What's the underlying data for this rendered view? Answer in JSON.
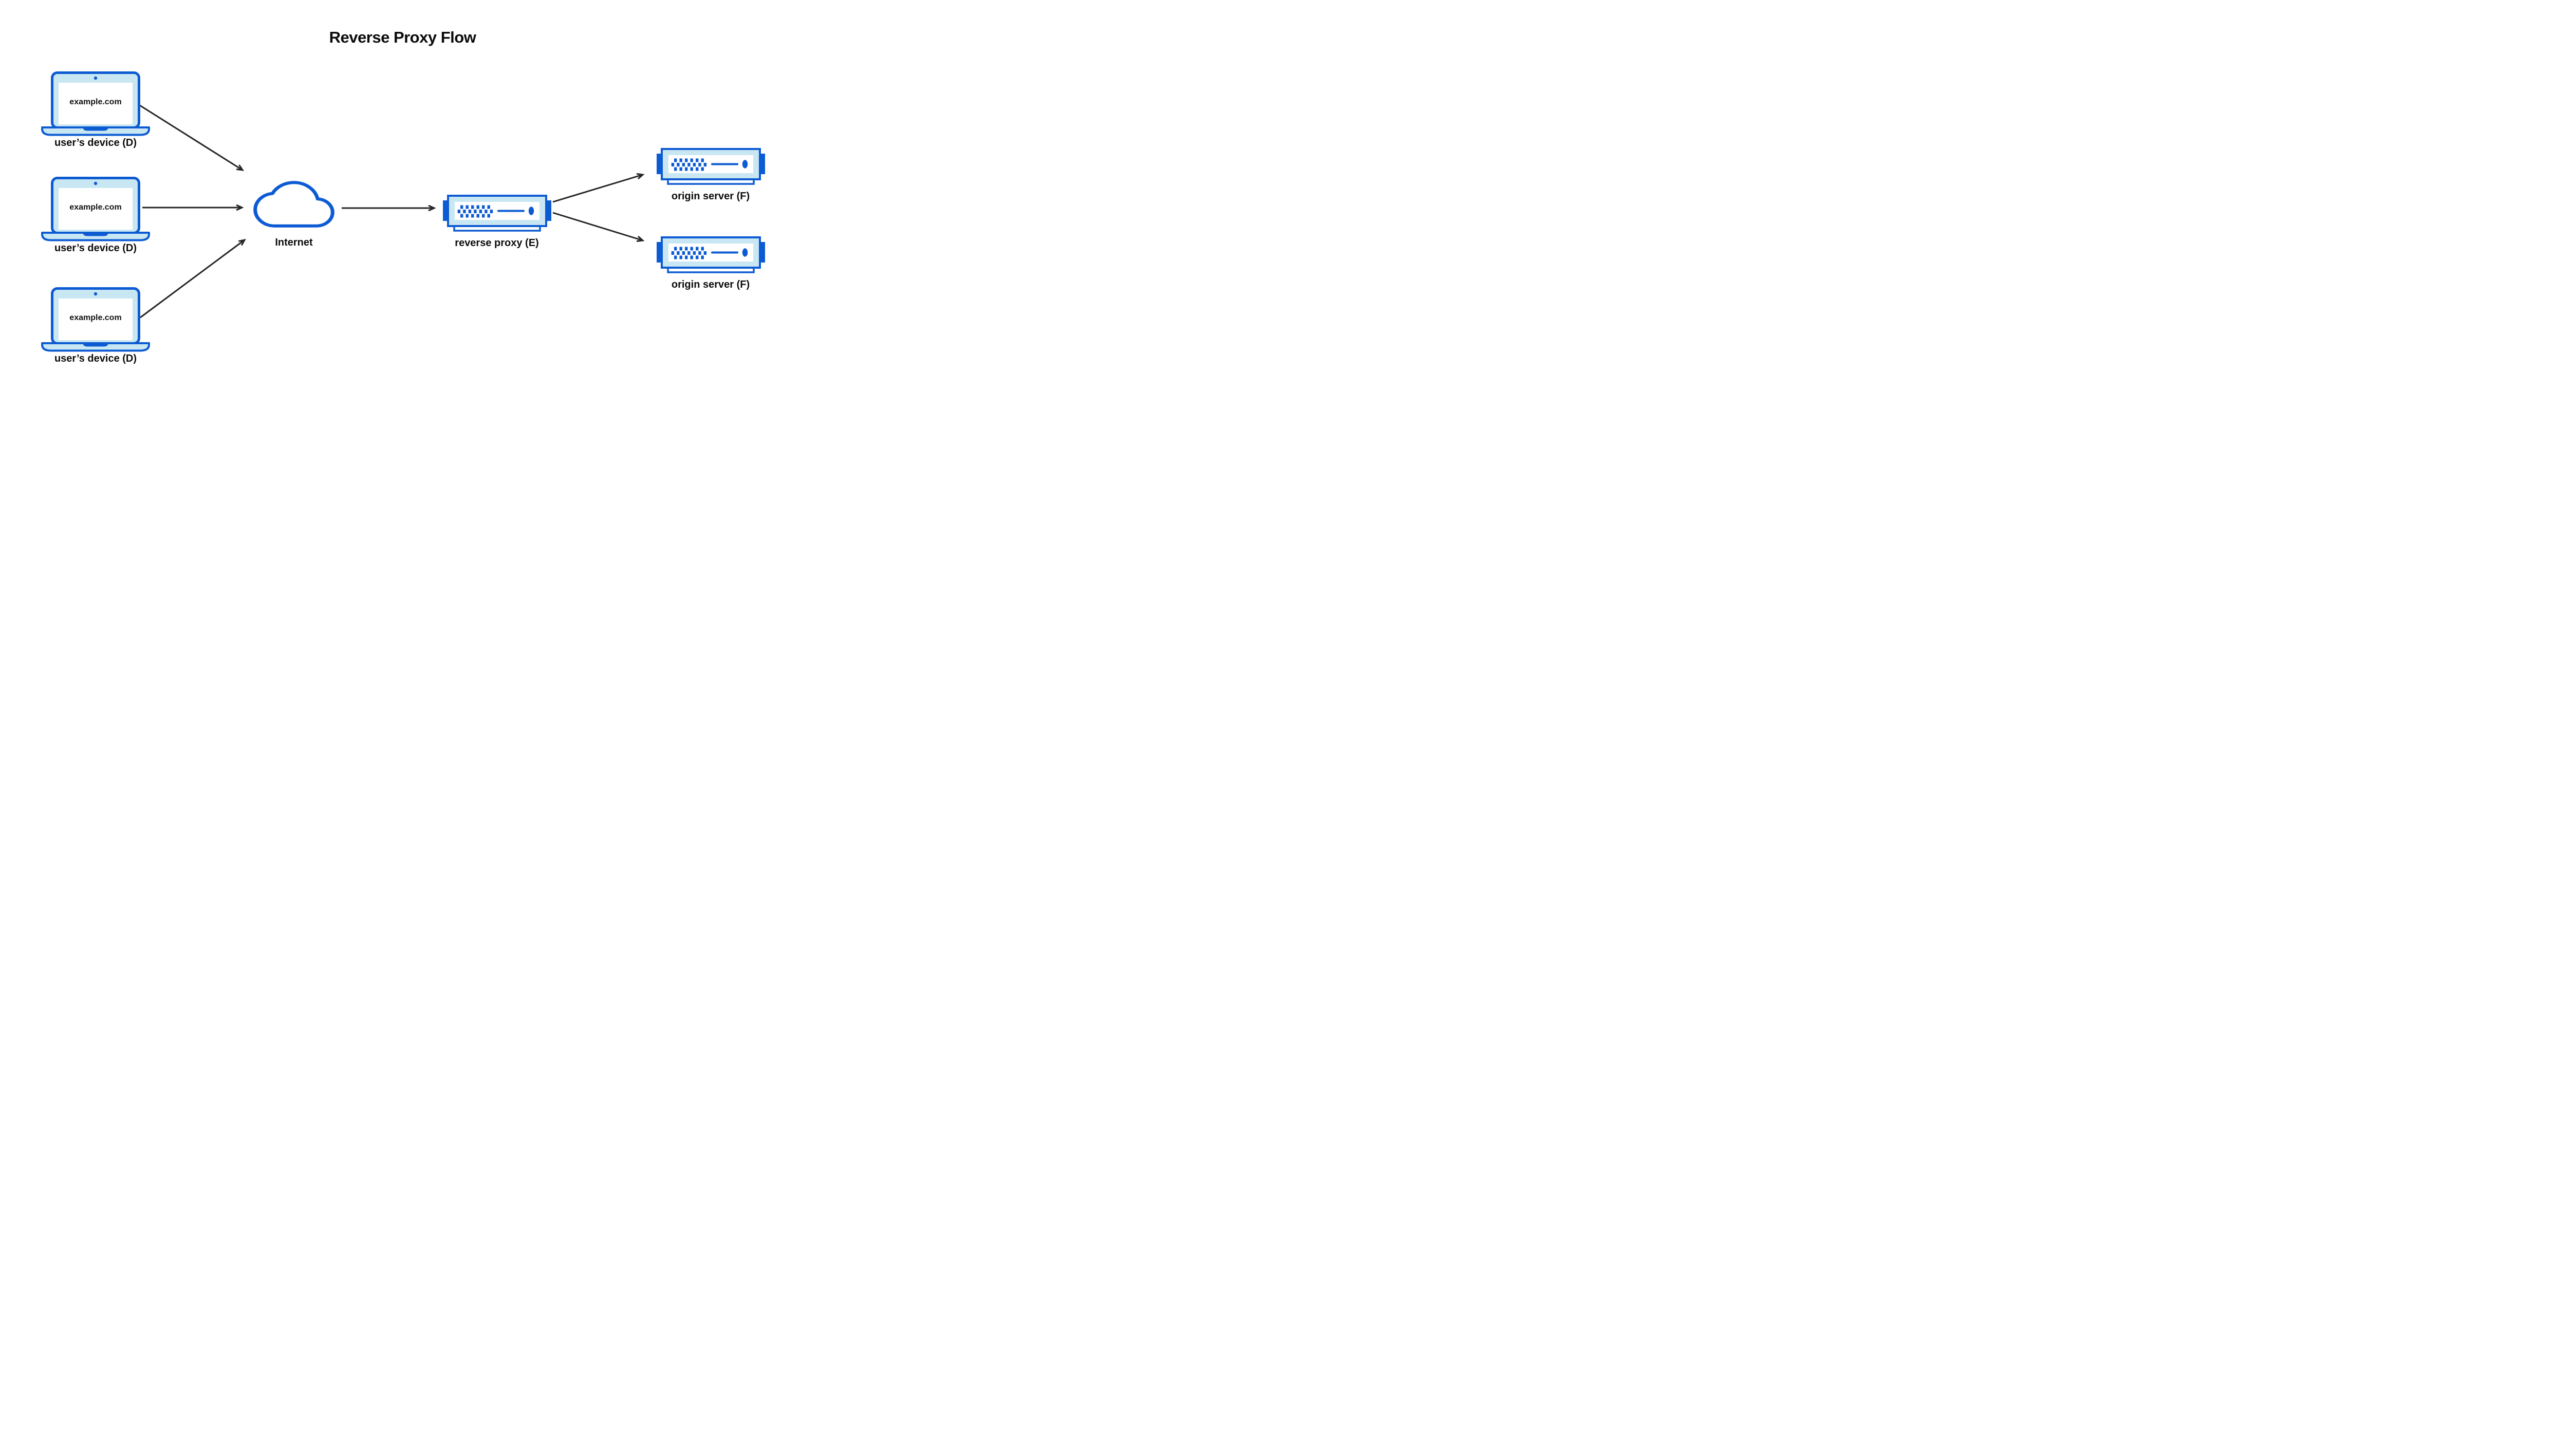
{
  "title": "Reverse Proxy Flow",
  "colors": {
    "accent-blue": "#0d5bd3",
    "light-blue": "#c9e7f3",
    "arrow-color": "#262626",
    "text-color": "#0a0a0a",
    "bg": "#ffffff"
  },
  "icons": {
    "device": "laptop-icon",
    "internet": "cloud-icon",
    "server": "rack-server-icon",
    "arrow": "open-v-arrowhead"
  },
  "nodes": {
    "devices": [
      {
        "screen_text": "example.com",
        "label": "user’s device (D)"
      },
      {
        "screen_text": "example.com",
        "label": "user’s device (D)"
      },
      {
        "screen_text": "example.com",
        "label": "user’s device (D)"
      }
    ],
    "internet": {
      "label": "Internet"
    },
    "proxy": {
      "label": "reverse proxy (E)"
    },
    "origins": [
      {
        "label": "origin server (F)"
      },
      {
        "label": "origin server (F)"
      }
    ]
  },
  "edges": [
    {
      "from": "user-device-1",
      "to": "internet"
    },
    {
      "from": "user-device-2",
      "to": "internet"
    },
    {
      "from": "user-device-3",
      "to": "internet"
    },
    {
      "from": "internet",
      "to": "reverse-proxy"
    },
    {
      "from": "reverse-proxy",
      "to": "origin-server-1"
    },
    {
      "from": "reverse-proxy",
      "to": "origin-server-2"
    }
  ]
}
